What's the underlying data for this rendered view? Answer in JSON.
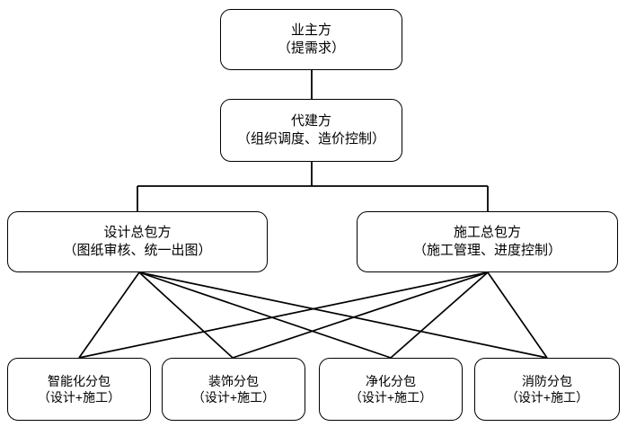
{
  "diagram": {
    "type": "organizational-hierarchy",
    "levels": [
      {
        "level": 1,
        "nodes": [
          {
            "id": "owner",
            "title": "业主方",
            "sub": "（提需求）"
          }
        ]
      },
      {
        "level": 2,
        "nodes": [
          {
            "id": "agent",
            "title": "代建方",
            "sub": "（组织调度、造价控制）"
          }
        ]
      },
      {
        "level": 3,
        "nodes": [
          {
            "id": "design_gc",
            "title": "设计总包方",
            "sub": "（图纸审核、统一出图）"
          },
          {
            "id": "construction_gc",
            "title": "施工总包方",
            "sub": "（施工管理、进度控制）"
          }
        ]
      },
      {
        "level": 4,
        "nodes": [
          {
            "id": "sub_intelligent",
            "title": "智能化分包",
            "sub": "（设计+施工）"
          },
          {
            "id": "sub_decoration",
            "title": "装饰分包",
            "sub": "（设计+施工）"
          },
          {
            "id": "sub_purification",
            "title": "净化分包",
            "sub": "（设计+施工）"
          },
          {
            "id": "sub_fire",
            "title": "消防分包",
            "sub": "（设计+施工）"
          }
        ]
      }
    ],
    "edges": [
      {
        "from": "owner",
        "to": "agent",
        "style": "straight-vertical"
      },
      {
        "from": "agent",
        "to": "design_gc",
        "style": "orthogonal-bus"
      },
      {
        "from": "agent",
        "to": "construction_gc",
        "style": "orthogonal-bus"
      },
      {
        "from": "design_gc",
        "to": "sub_intelligent",
        "style": "diagonal"
      },
      {
        "from": "design_gc",
        "to": "sub_decoration",
        "style": "diagonal"
      },
      {
        "from": "design_gc",
        "to": "sub_purification",
        "style": "diagonal"
      },
      {
        "from": "design_gc",
        "to": "sub_fire",
        "style": "diagonal"
      },
      {
        "from": "construction_gc",
        "to": "sub_intelligent",
        "style": "diagonal"
      },
      {
        "from": "construction_gc",
        "to": "sub_decoration",
        "style": "diagonal"
      },
      {
        "from": "construction_gc",
        "to": "sub_purification",
        "style": "diagonal"
      },
      {
        "from": "construction_gc",
        "to": "sub_fire",
        "style": "diagonal"
      }
    ],
    "colors": {
      "line": "#000000",
      "node_border": "#000000",
      "node_fill": "#ffffff",
      "text": "#000000",
      "background": "#ffffff"
    }
  }
}
